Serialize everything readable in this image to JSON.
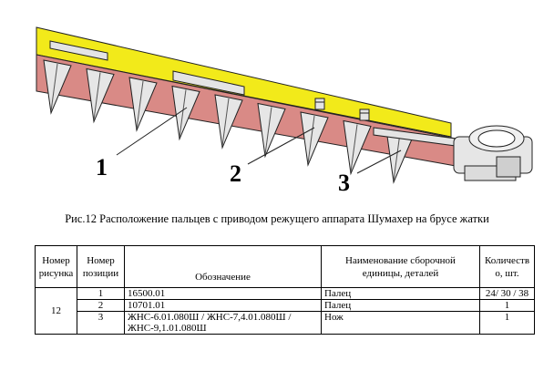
{
  "figure": {
    "callouts": [
      "1",
      "2",
      "3"
    ],
    "colors": {
      "bar": "#f2ea1a",
      "guard": "#d98a86",
      "steel": "#e4e4e4",
      "outline": "#222222"
    }
  },
  "caption": "Рис.12 Расположение пальцев с приводом режущего аппарата Шумахер на брусе жатки",
  "table": {
    "headers": {
      "figure_no": "Номер\nрисунка",
      "position_no": "Номер\nпозиции",
      "designation": "Обозначение",
      "name": "Наименование сборочной\nединицы, деталей",
      "quantity": "Количеств\nо, шт."
    },
    "figure_value": "12",
    "rows": [
      {
        "pos": "1",
        "designation": "16500.01",
        "name": "Палец",
        "qty": "24/ 30 / 38"
      },
      {
        "pos": "2",
        "designation": "10701.01",
        "name": "Палец",
        "qty": "1"
      },
      {
        "pos": "3",
        "designation": "ЖНС-6.01.080Ш / ЖНС-7,4.01.080Ш /\nЖНС-9,1.01.080Ш",
        "name": "Нож",
        "qty": "1"
      }
    ]
  }
}
